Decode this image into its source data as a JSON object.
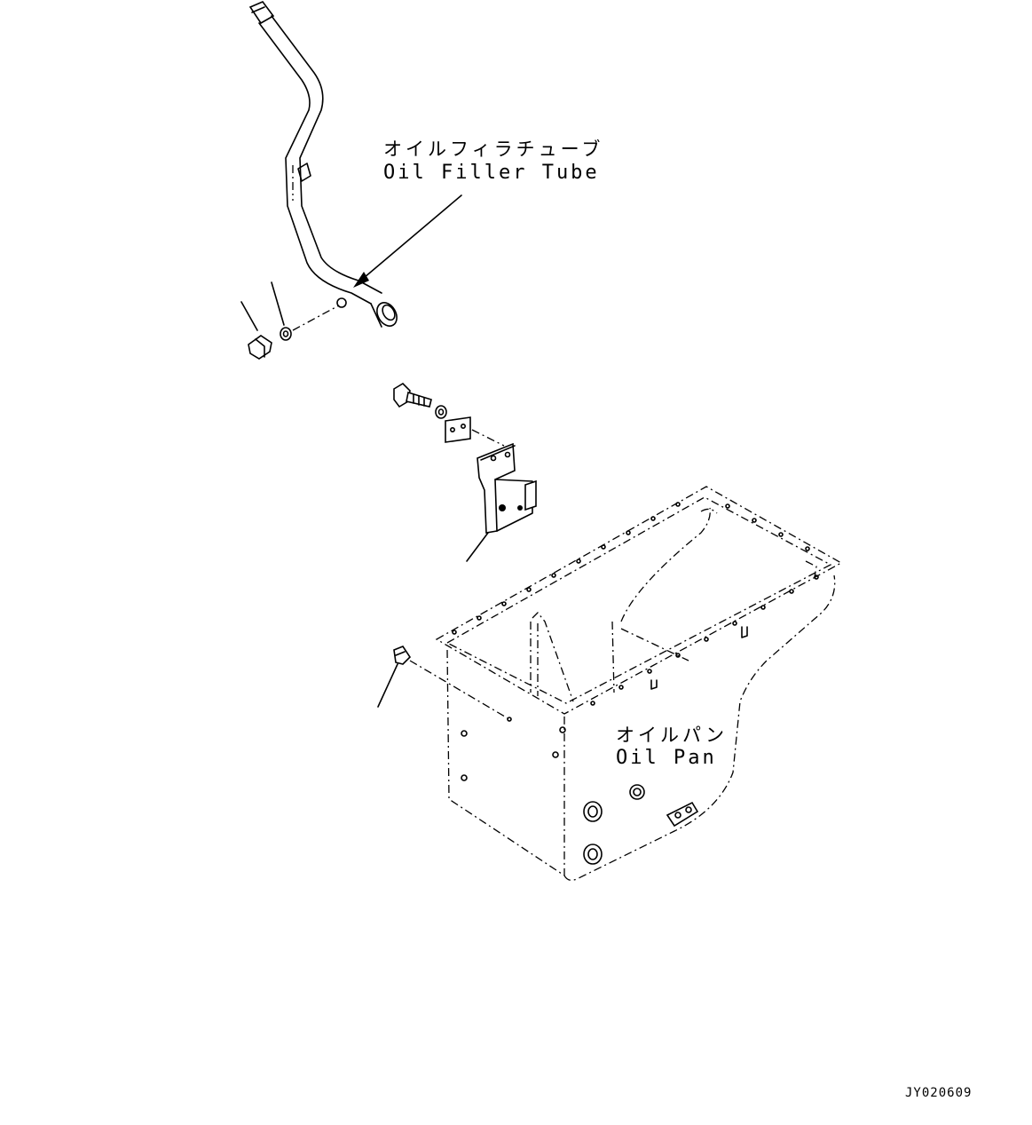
{
  "labels": {
    "oil_filler_tube_ja": "オイルフィラチューブ",
    "oil_filler_tube_en": "Oil Filler Tube",
    "oil_pan_ja": "オイルパン",
    "oil_pan_en": "Oil Pan"
  },
  "drawing_code": "JY020609",
  "colors": {
    "line": "#000000",
    "background": "#ffffff"
  }
}
